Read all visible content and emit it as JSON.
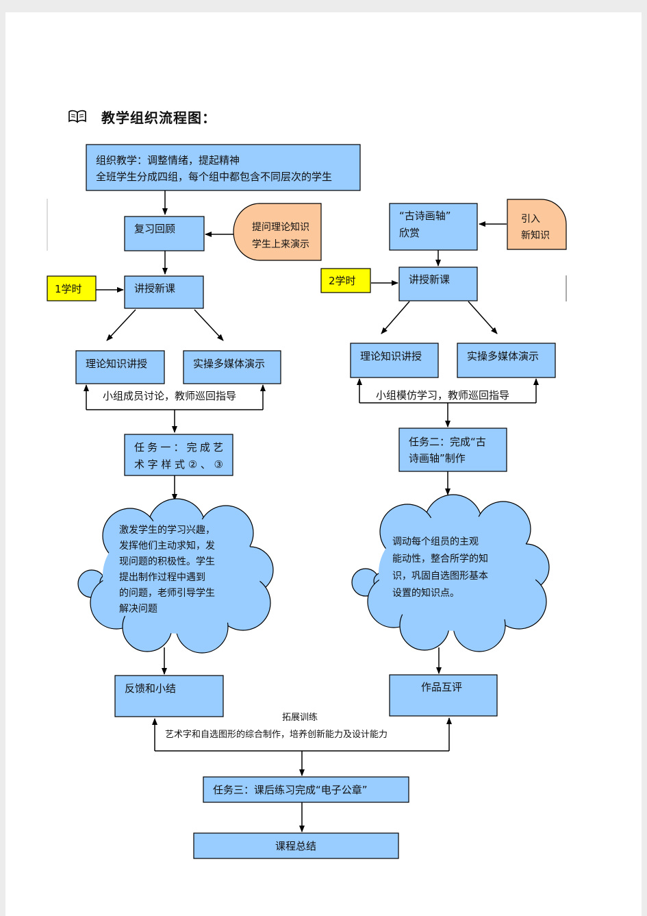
{
  "heading": {
    "title": "教学组织流程图：",
    "icon": "open-book-icon"
  },
  "colors": {
    "box": "#99ccff",
    "note": "#ffff00",
    "intro": "#fcc79a",
    "cloud": "#99ccff"
  },
  "left": {
    "org_line1": "组织教学：调整情绪，提起精神",
    "org_line2": "全班学生分成四组，每个组中都包含不同层次的学生",
    "review": "复习回顾",
    "ask_line1": "提问理论知识",
    "ask_line2": "学生上来演示",
    "hours": "1学时",
    "new_lesson": "讲授新课",
    "theory": "理论知识讲授",
    "practice": "实操多媒体演示",
    "discuss": "小组成员讨论，教师巡回指导",
    "task1_line1": "任务一：完成艺",
    "task1_line2": "术字样式②、③",
    "cloud_lines": [
      "激发学生的学习兴趣，",
      "发挥他们主动求知，发",
      "现问题的积极性。学生",
      "提出制作过程中遇到",
      "的问题，老师引导学生",
      "解决问题"
    ],
    "feedback": "反馈和小结"
  },
  "right": {
    "poem_line1": "“古诗画轴”",
    "poem_line2": "欣赏",
    "intro_line1": "引入",
    "intro_line2": "新知识",
    "hours": "2学时",
    "new_lesson": "讲授新课",
    "theory": "理论知识讲授",
    "practice": "实操多媒体演示",
    "imitate": "小组模仿学习，教师巡回指导",
    "task2_line1": "任务二：完成“古",
    "task2_line2": "诗画轴”制作",
    "cloud_lines": [
      "调动每个组员的主观",
      "能动性，整合所学的知",
      "识，巩固自选图形基本",
      "设置的知识点。"
    ],
    "peer_review": "作品互评"
  },
  "bottom": {
    "extend_title": "拓展训练",
    "extend_desc": "艺术字和自选图形的综合制作，培养创新能力及设计能力",
    "task3": "任务三：课后练习完成“电子公章”",
    "summary": "课程总结"
  }
}
